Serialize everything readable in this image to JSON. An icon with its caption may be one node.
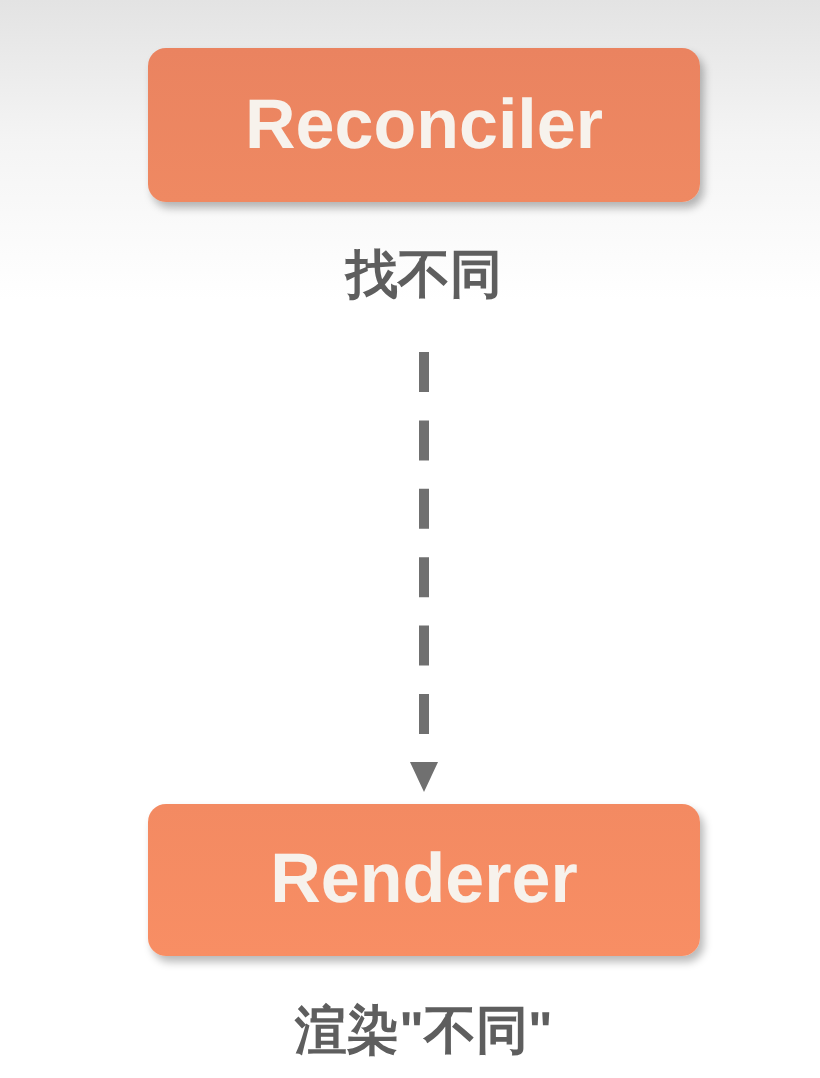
{
  "diagram": {
    "nodes": [
      {
        "text": [
          "Reconciler"
        ],
        "beside": [
          "找不同"
        ]
      },
      {
        "text": [
          "Renderer"
        ],
        "beside": [
          "渲染\"不同\""
        ]
      }
    ],
    "edges": [
      {
        "from": 0,
        "to": 1,
        "arrow": "to",
        "style": "dashed"
      }
    ]
  }
}
